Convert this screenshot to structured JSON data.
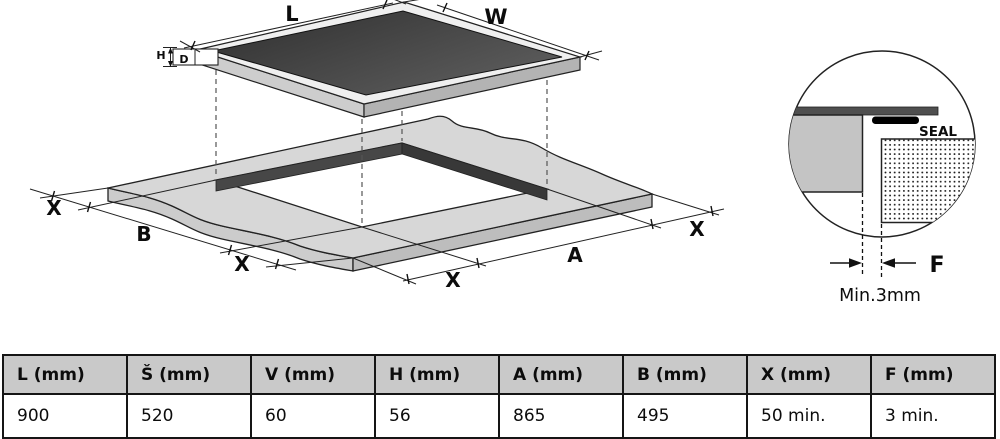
{
  "diagram": {
    "hob": {
      "length_label": "L",
      "width_label": "W",
      "height_label": "H",
      "depth_label": "D"
    },
    "worktop": {
      "clearance_left_label": "X",
      "depth_label": "B",
      "clearance_front_left_label": "X",
      "clearance_front_right_label": "X",
      "cutout_length_label": "A",
      "clearance_right_label": "X"
    },
    "detail": {
      "seal_label": "SEAL",
      "gap_label": "F",
      "min_gap_note": "Min.3mm"
    }
  },
  "table": {
    "headers": [
      "L (mm)",
      "Š (mm)",
      "V (mm)",
      "H (mm)",
      "A (mm)",
      "B (mm)",
      "X (mm)",
      "F (mm)"
    ],
    "values": [
      "900",
      "520",
      "60",
      "56",
      "865",
      "495",
      "50 min.",
      "3 min."
    ]
  },
  "colors": {
    "glass_dark": "#3c3c3c",
    "hob_rim": "#efefef",
    "worktop_top": "#d7d7d7",
    "cutout_wall": "#454545",
    "table_header_bg": "#c9c9c9"
  }
}
